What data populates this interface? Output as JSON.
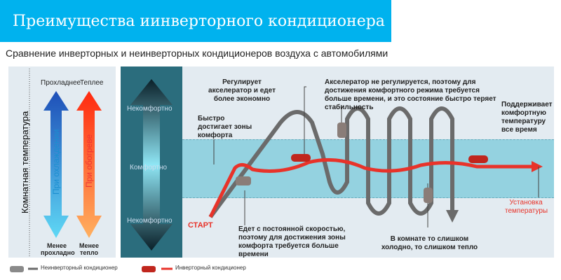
{
  "banner": {
    "title": "Преимущества иинверторного кондиционера"
  },
  "subtitle": "Сравнение инверторных и неинверторных кондиционеров воздуха с автомобилями",
  "left": {
    "axis_label": "Комнатная температура",
    "cooler": "Прохладнее",
    "warmer": "Теплее",
    "cooling": "При охлаждении",
    "heating": "При обогреве",
    "less_cool": "Менее прохладно",
    "less_warm": "Менее тепло"
  },
  "scale": {
    "top": "Некомфортно",
    "middle": "Комфортно",
    "bottom": "Некомфортно"
  },
  "annotations": {
    "accel": "Регулирует акселератор и едет более экономно",
    "fast": "Быстро достигает зоны комфорта",
    "nonreg": "Акселератор не регулируется, поэтому для достижения комфортного режима требуется больше времени, и это состояние быстро теряет стабильность",
    "maintain": "Поддерживает комфортную температуру все время",
    "start": "СТАРТ",
    "constant": "Едет с постоянной скоростью, поэтому для достижения зоны комфорта требуется больше времени",
    "oscillate": "В комнате то слишком холодно, то слишком тепло",
    "setpoint": "Установка температуры"
  },
  "legend": {
    "non_inverter": "Неинверторный кондиционер",
    "inverter": "Инверторный кондиционер"
  },
  "colors": {
    "banner": "#00b2ee",
    "inverter": "#e8332a",
    "non_inverter": "#6b6b6b",
    "comfort": "#94d2e0"
  }
}
